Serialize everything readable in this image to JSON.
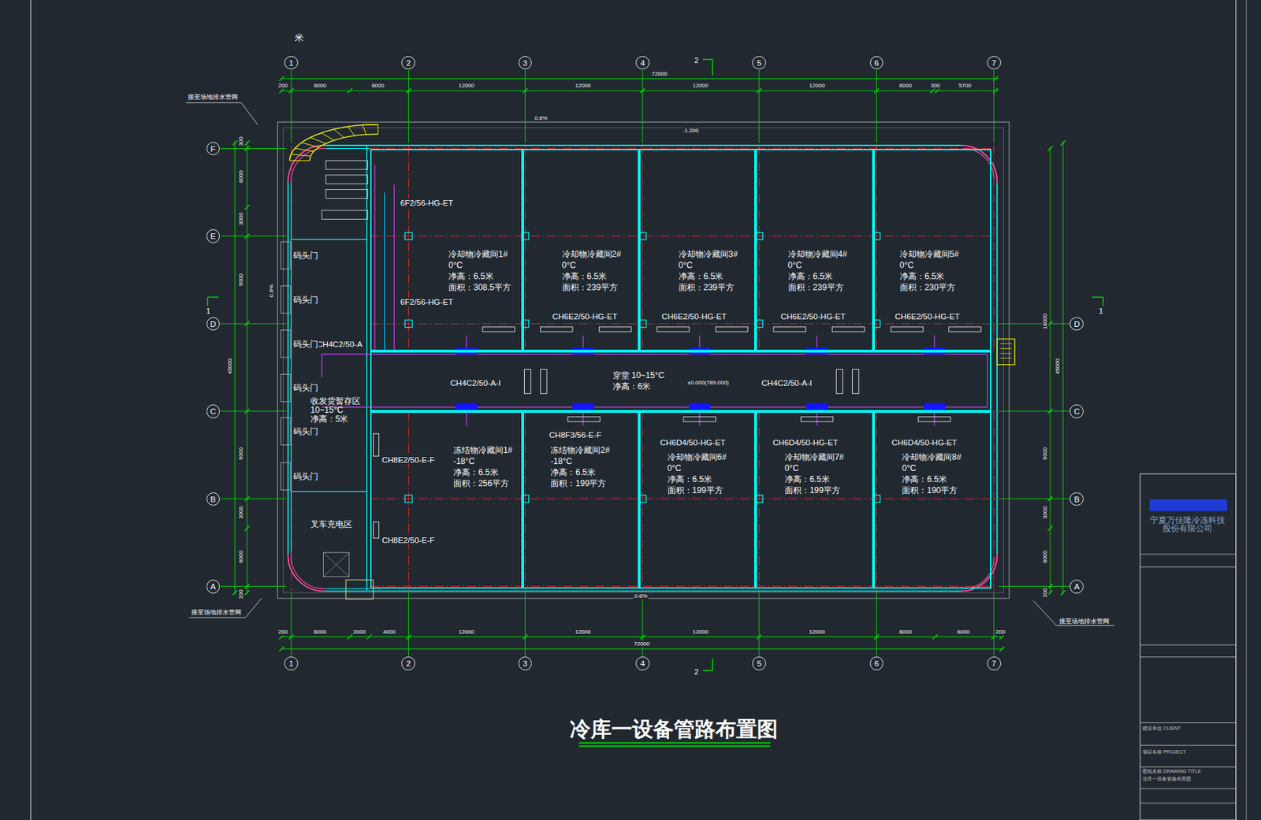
{
  "diagram": {
    "title": "冷库一设备管路布置图",
    "nodes": [
      {
        "text": [
          "1"
        ]
      },
      {
        "text": [
          "2"
        ]
      },
      {
        "text": [
          "3"
        ]
      },
      {
        "text": [
          "4"
        ]
      },
      {
        "text": [
          "5"
        ]
      },
      {
        "text": [
          "6"
        ]
      },
      {
        "text": [
          "7"
        ]
      },
      {
        "text": [
          "F"
        ]
      },
      {
        "text": [
          "E"
        ]
      },
      {
        "text": [
          "D"
        ]
      },
      {
        "text": [
          "C"
        ]
      },
      {
        "text": [
          "B"
        ]
      },
      {
        "text": [
          "A"
        ]
      },
      {
        "text": [
          "D"
        ]
      },
      {
        "text": [
          "C"
        ]
      },
      {
        "text": [
          "B"
        ]
      },
      {
        "text": [
          "A"
        ]
      },
      {
        "text": [
          "冷却物冷藏间1#",
          "0°C",
          "净高：6.5米",
          "面积：308.5平方"
        ]
      },
      {
        "text": [
          "冷却物冷藏间2#",
          "0°C",
          "净高：6.5米",
          "面积：239平方"
        ]
      },
      {
        "text": [
          "冷却物冷藏间3#",
          "0°C",
          "净高：6.5米",
          "面积：239平方"
        ]
      },
      {
        "text": [
          "冷却物冷藏间4#",
          "0°C",
          "净高：6.5米",
          "面积：239平方"
        ]
      },
      {
        "text": [
          "冷却物冷藏间5#",
          "0°C",
          "净高：6.5米",
          "面积：230平方"
        ]
      },
      {
        "text": [
          "收发货暂存区",
          "10~15°C",
          "净高：5米"
        ]
      },
      {
        "text": [
          "穿堂 10~15°C",
          "净高：6米"
        ]
      },
      {
        "text": [
          "冻结物冷藏间1#",
          "-18°C",
          "净高：6.5米",
          "面积：256平方"
        ]
      },
      {
        "text": [
          "冻结物冷藏间2#",
          "-18°C",
          "净高：6.5米",
          "面积：199平方"
        ]
      },
      {
        "text": [
          "冷却物冷藏间6#",
          "0°C",
          "净高：6.5米",
          "面积：199平方"
        ]
      },
      {
        "text": [
          "冷却物冷藏间7#",
          "0°C",
          "净高：6.5米",
          "面积：199平方"
        ]
      },
      {
        "text": [
          "冷却物冷藏间8#",
          "0°C",
          "净高：6.5米",
          "面积：190平方"
        ]
      },
      {
        "text": [
          "叉车充电区"
        ]
      },
      {
        "text": [
          "1"
        ]
      },
      {
        "text": [
          "2"
        ]
      },
      {
        "text": [
          "3"
        ]
      },
      {
        "text": [
          "4"
        ]
      },
      {
        "text": [
          "5"
        ]
      },
      {
        "text": [
          "6"
        ]
      },
      {
        "text": [
          "7"
        ]
      }
    ],
    "labels": [
      "米",
      "接至场地排水管网",
      "接至场地排水管网",
      "接至场地排水管网",
      "0.6%",
      "-1.200",
      "0.6%",
      "0.6%",
      "1",
      "1",
      "2",
      "2",
      "72000",
      "200",
      "6000",
      "6000",
      "12000",
      "12000",
      "12000",
      "12000",
      "6000",
      "300",
      "5700",
      "72000",
      "200",
      "6000",
      "2000",
      "4000",
      "12000",
      "12000",
      "12000",
      "12000",
      "6000",
      "6000",
      "200",
      "300",
      "6000",
      "3000",
      "9000",
      "9000",
      "3000",
      "6000",
      "200",
      "45000",
      "18000",
      "9000",
      "3000",
      "6000",
      "200",
      "45000",
      "6F2/56-HG-ET",
      "6F2/56-HG-ET",
      "CH4C2/50-A",
      "CH6E2/50-HG-ET",
      "CH6E2/50-HG-ET",
      "CH6E2/50-HG-ET",
      "CH6E2/50-HG-ET",
      "CH4C2/50-A-I",
      "CH4C2/50-A-I",
      "±0.000(789.000)",
      "CH8F3/56-E-F",
      "CH6D4/50-HG-ET",
      "CH6D4/50-HG-ET",
      "CH6D4/50-HG-ET",
      "CH8E2/50-E-F",
      "CH8E2/50-E-F",
      "码头门",
      "码头门",
      "码头门",
      "码头门",
      "码头门",
      "码头门",
      "宁夏万佳隆冷冻科技 股份有限公司",
      "建设单位 CLIENT",
      "项目名称 PROJECT",
      "图纸名称 DRAWING TITLE",
      "冷库一设备管路布置图"
    ]
  }
}
